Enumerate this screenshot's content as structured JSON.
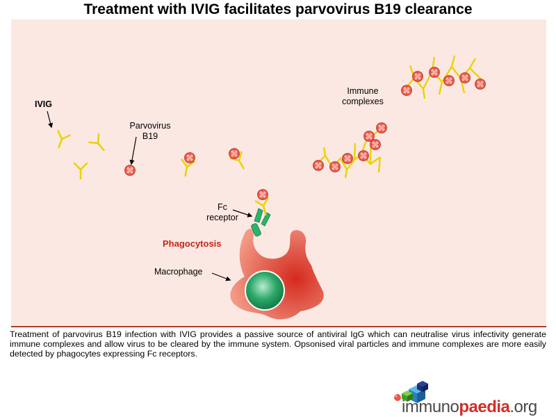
{
  "title": "Treatment with IVIG facilitates parvovirus B19 clearance",
  "labels": {
    "ivig": "IVIG",
    "parvovirus_line1": "Parvovirus",
    "parvovirus_line2": "B19",
    "immune_line1": "Immune",
    "immune_line2": "complexes",
    "fc_line1": "Fc",
    "fc_line2": "receptor",
    "phagocytosis": "Phagocytosis",
    "macrophage": "Macrophage"
  },
  "caption": "Treatment of parvovirus B19 infection with IVIG provides a passive source of antiviral IgG which can neutralise virus infectivity generate immune complexes and allow virus to be cleared by the immune system. Opsonised viral particles and immune complexes are more easily detected by phagocytes expressing Fc receptors.",
  "logo": {
    "part1": "immuno",
    "part2": "paedia",
    "part3": ".org"
  },
  "colors": {
    "antibody": "#e8d400",
    "virus": "#e8574a",
    "macrophage": "#d9453a",
    "nucleus": "#1f9a5a",
    "fc_receptor": "#2bb36b",
    "accent": "#c4251d"
  }
}
